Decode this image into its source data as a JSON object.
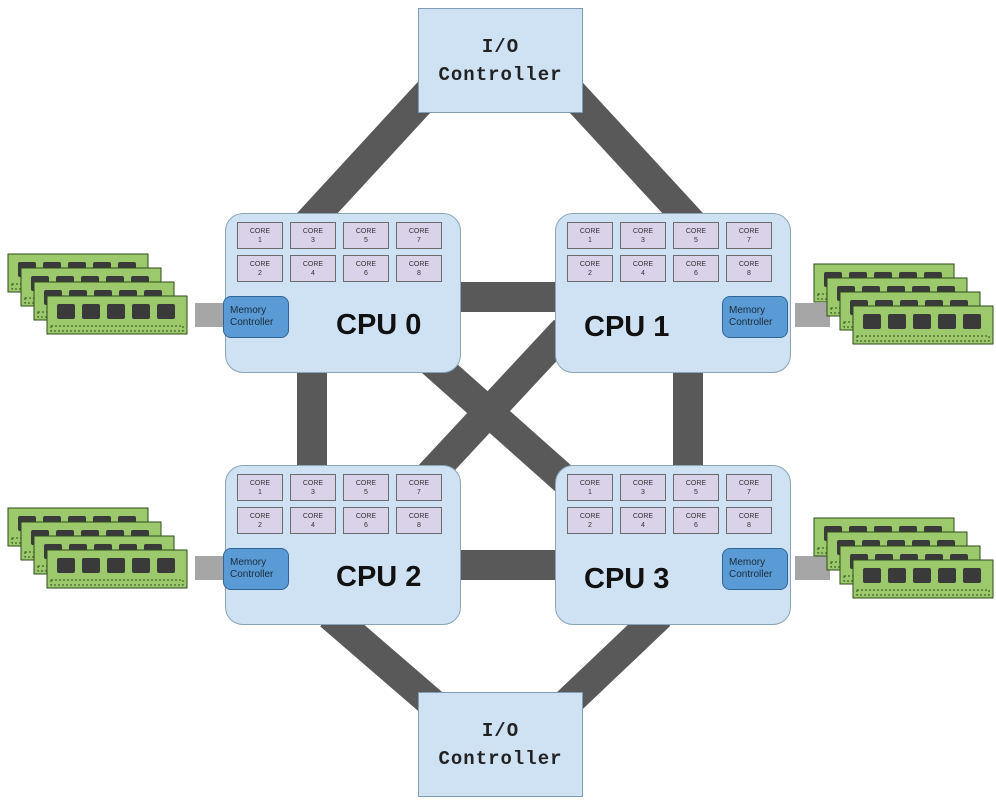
{
  "io_controllers": [
    {
      "line1": "I/O",
      "line2": "Controller"
    },
    {
      "line1": "I/O",
      "line2": "Controller"
    }
  ],
  "cpus": [
    {
      "name": "CPU 0",
      "memory_controller": {
        "line1": "Memory",
        "line2": "Controller"
      },
      "cores": [
        {
          "label": "CORE",
          "num": "1"
        },
        {
          "label": "CORE",
          "num": "3"
        },
        {
          "label": "CORE",
          "num": "5"
        },
        {
          "label": "CORE",
          "num": "7"
        },
        {
          "label": "CORE",
          "num": "2"
        },
        {
          "label": "CORE",
          "num": "4"
        },
        {
          "label": "CORE",
          "num": "6"
        },
        {
          "label": "CORE",
          "num": "8"
        }
      ]
    },
    {
      "name": "CPU 1",
      "memory_controller": {
        "line1": "Memory",
        "line2": "Controller"
      },
      "cores": [
        {
          "label": "CORE",
          "num": "1"
        },
        {
          "label": "CORE",
          "num": "3"
        },
        {
          "label": "CORE",
          "num": "5"
        },
        {
          "label": "CORE",
          "num": "7"
        },
        {
          "label": "CORE",
          "num": "2"
        },
        {
          "label": "CORE",
          "num": "4"
        },
        {
          "label": "CORE",
          "num": "6"
        },
        {
          "label": "CORE",
          "num": "8"
        }
      ]
    },
    {
      "name": "CPU 2",
      "memory_controller": {
        "line1": "Memory",
        "line2": "Controller"
      },
      "cores": [
        {
          "label": "CORE",
          "num": "1"
        },
        {
          "label": "CORE",
          "num": "3"
        },
        {
          "label": "CORE",
          "num": "5"
        },
        {
          "label": "CORE",
          "num": "7"
        },
        {
          "label": "CORE",
          "num": "2"
        },
        {
          "label": "CORE",
          "num": "4"
        },
        {
          "label": "CORE",
          "num": "6"
        },
        {
          "label": "CORE",
          "num": "8"
        }
      ]
    },
    {
      "name": "CPU 3",
      "memory_controller": {
        "line1": "Memory",
        "line2": "Controller"
      },
      "cores": [
        {
          "label": "CORE",
          "num": "1"
        },
        {
          "label": "CORE",
          "num": "3"
        },
        {
          "label": "CORE",
          "num": "5"
        },
        {
          "label": "CORE",
          "num": "7"
        },
        {
          "label": "CORE",
          "num": "2"
        },
        {
          "label": "CORE",
          "num": "4"
        },
        {
          "label": "CORE",
          "num": "6"
        },
        {
          "label": "CORE",
          "num": "8"
        }
      ]
    }
  ],
  "colors": {
    "interconnect": "#595959",
    "cpu_fill": "#cfe2f3",
    "core_fill": "#d9d2e9",
    "memory_controller_fill": "#5b9bd5",
    "ram_board": "#9cc96b",
    "ram_chip": "#3a3a3a"
  }
}
